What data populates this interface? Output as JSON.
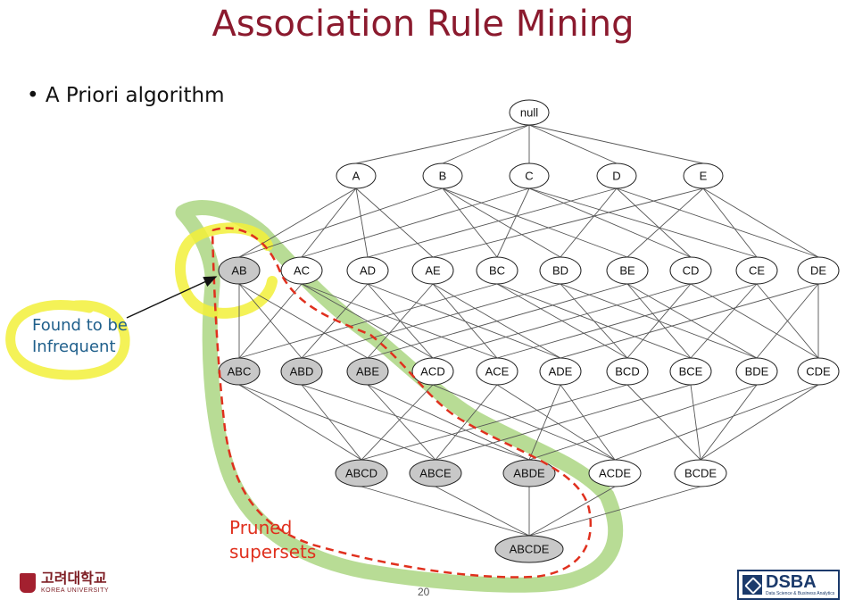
{
  "slide": {
    "title": "Association Rule Mining",
    "bullet": "A Priori algorithm",
    "page_number": "20"
  },
  "annotations": {
    "infrequent_line1": "Found to be",
    "infrequent_line2": "Infrequent",
    "pruned_line1": "Pruned",
    "pruned_line2": "supersets"
  },
  "logos": {
    "university_kr": "고려대학교",
    "university_en": "KOREA UNIVERSITY",
    "lab_name": "DSBA",
    "lab_sub": "Data Science & Business Analytics"
  },
  "colors": {
    "title": "#8b1a2e",
    "pruned_fill": "#c8c8c8",
    "node_fill": "#ffffff",
    "yellow_highlight": "#f2f03a",
    "green_highlight": "#a6d37a",
    "red_dashed": "#e0301e",
    "infrequent_text": "#1f5f8b"
  },
  "lattice": {
    "items": [
      "A",
      "B",
      "C",
      "D",
      "E"
    ],
    "root_label": "null",
    "infrequent": [
      "AB"
    ],
    "pruned": [
      "AB",
      "ABC",
      "ABD",
      "ABE",
      "ABCD",
      "ABCE",
      "ABDE",
      "ABCDE"
    ],
    "levels": [
      [
        "null"
      ],
      [
        "A",
        "B",
        "C",
        "D",
        "E"
      ],
      [
        "AB",
        "AC",
        "AD",
        "AE",
        "BC",
        "BD",
        "BE",
        "CD",
        "CE",
        "DE"
      ],
      [
        "ABC",
        "ABD",
        "ABE",
        "ACD",
        "ACE",
        "ADE",
        "BCD",
        "BCE",
        "BDE",
        "CDE"
      ],
      [
        "ABCD",
        "ABCE",
        "ABDE",
        "ACDE",
        "BCDE"
      ],
      [
        "ABCDE"
      ]
    ]
  }
}
